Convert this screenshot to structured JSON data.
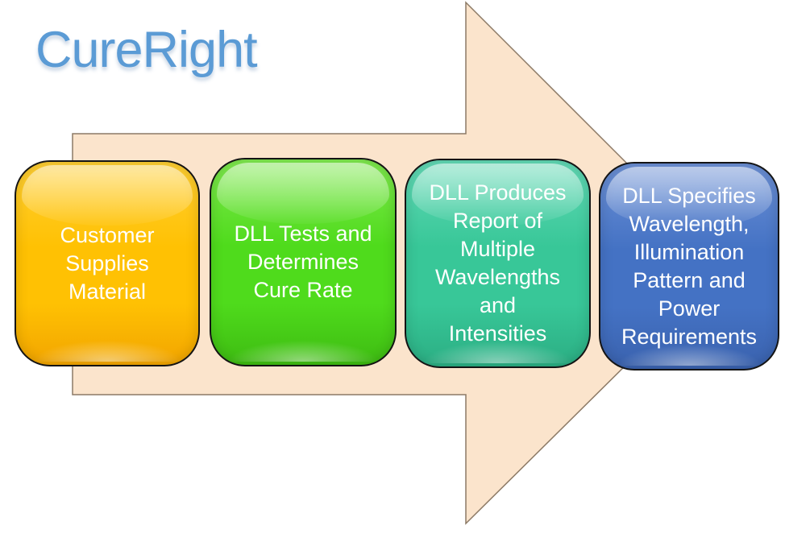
{
  "title": "CureRight",
  "colors": {
    "title_text": "#5B9BD5",
    "arrow_fill": "#FBE4CC",
    "arrow_outline": "#8C7A66",
    "step_text": "#FFFFFF",
    "step_fills": [
      "#FFC103",
      "#4FDB1C",
      "#38C798",
      "#4472C4"
    ],
    "step_outline": "#141414"
  },
  "diagram": {
    "type": "process-flow-arrow",
    "direction": "right",
    "steps": [
      {
        "label": "Customer\nSupplies\nMaterial"
      },
      {
        "label": "DLL Tests and\nDetermines\nCure Rate"
      },
      {
        "label": "DLL Produces\nReport of\nMultiple\nWavelengths\nand\nIntensities"
      },
      {
        "label": "DLL Specifies\nWavelength,\nIllumination\nPattern and\nPower\nRequirements"
      }
    ]
  }
}
